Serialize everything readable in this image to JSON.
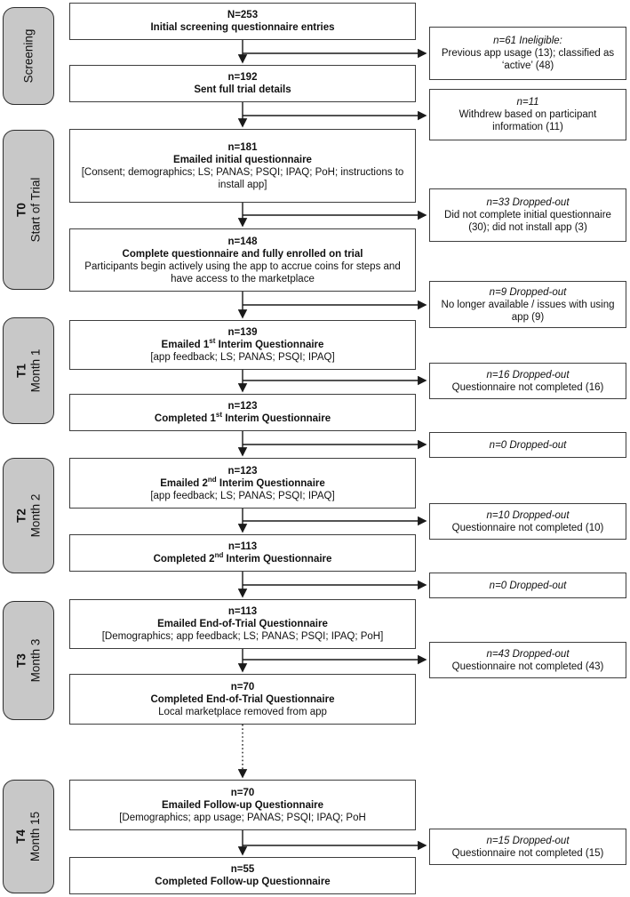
{
  "colors": {
    "stage_fill": "#c8c8c8",
    "stage_border": "#2e2e2e",
    "box_border": "#3d3d3d",
    "arrow": "#1a1a1a"
  },
  "stages": [
    {
      "line1": "Screening",
      "line2": ""
    },
    {
      "line1": "T0",
      "line2": "Start of Trial"
    },
    {
      "line1": "T1",
      "line2": "Month 1"
    },
    {
      "line1": "T2",
      "line2": "Month 2"
    },
    {
      "line1": "T3",
      "line2": "Month 3"
    },
    {
      "line1": "T4",
      "line2": "Month 15"
    }
  ],
  "main_boxes": [
    {
      "n": "N=253",
      "title": "Initial screening questionnaire entries"
    },
    {
      "n": "n=192",
      "title": "Sent full trial details"
    },
    {
      "n": "n=181",
      "title": "Emailed initial questionnaire",
      "detail": "[Consent; demographics; LS; PANAS; PSQI; IPAQ; PoH; instructions to install app]"
    },
    {
      "n": "n=148",
      "title": "Complete questionnaire and fully enrolled on trial",
      "detail": "Participants begin actively using the app to accrue coins for steps and have access to the marketplace"
    },
    {
      "n": "n=139",
      "title": "Emailed 1",
      "title_sup": "st",
      "title_post": " Interim Questionnaire",
      "detail": "[app feedback; LS; PANAS; PSQI; IPAQ]"
    },
    {
      "n": "n=123",
      "title": "Completed 1",
      "title_sup": "st",
      "title_post": " Interim Questionnaire"
    },
    {
      "n": "n=123",
      "title": "Emailed 2",
      "title_sup": "nd",
      "title_post": " Interim Questionnaire",
      "detail": "[app feedback; LS; PANAS; PSQI; IPAQ]"
    },
    {
      "n": "n=113",
      "title": "Completed 2",
      "title_sup": "nd",
      "title_post": " Interim Questionnaire"
    },
    {
      "n": "n=113",
      "title": "Emailed End-of-Trial Questionnaire",
      "detail": "[Demographics; app feedback; LS; PANAS; PSQI; IPAQ; PoH]"
    },
    {
      "n": "n=70",
      "title": "Completed End-of-Trial Questionnaire",
      "detail": "Local marketplace removed from app"
    },
    {
      "n": "n=70",
      "title": "Emailed Follow-up Questionnaire",
      "detail": "[Demographics; app usage; PANAS; PSQI; IPAQ; PoH"
    },
    {
      "n": "n=55",
      "title": "Completed Follow-up Questionnaire"
    }
  ],
  "dropout_boxes": [
    {
      "n": "n=61 Ineligible:",
      "detail": "Previous app usage (13); classified as ‘active’ (48)"
    },
    {
      "n": "n=11",
      "detail": "Withdrew based on participant information (11)"
    },
    {
      "n": "n=33 Dropped-out",
      "detail": "Did not complete initial questionnaire (30); did not install app (3)"
    },
    {
      "n": "n=9 Dropped-out",
      "detail": "No longer available / issues with using app (9)"
    },
    {
      "n": "n=16 Dropped-out",
      "detail": "Questionnaire not completed (16)"
    },
    {
      "n": "n=0 Dropped-out",
      "detail": ""
    },
    {
      "n": "n=10 Dropped-out",
      "detail": "Questionnaire not completed (10)"
    },
    {
      "n": "n=0 Dropped-out",
      "detail": ""
    },
    {
      "n": "n=43 Dropped-out",
      "detail": "Questionnaire not completed (43)"
    },
    {
      "n": "n=15 Dropped-out",
      "detail": "Questionnaire not completed (15)"
    }
  ]
}
